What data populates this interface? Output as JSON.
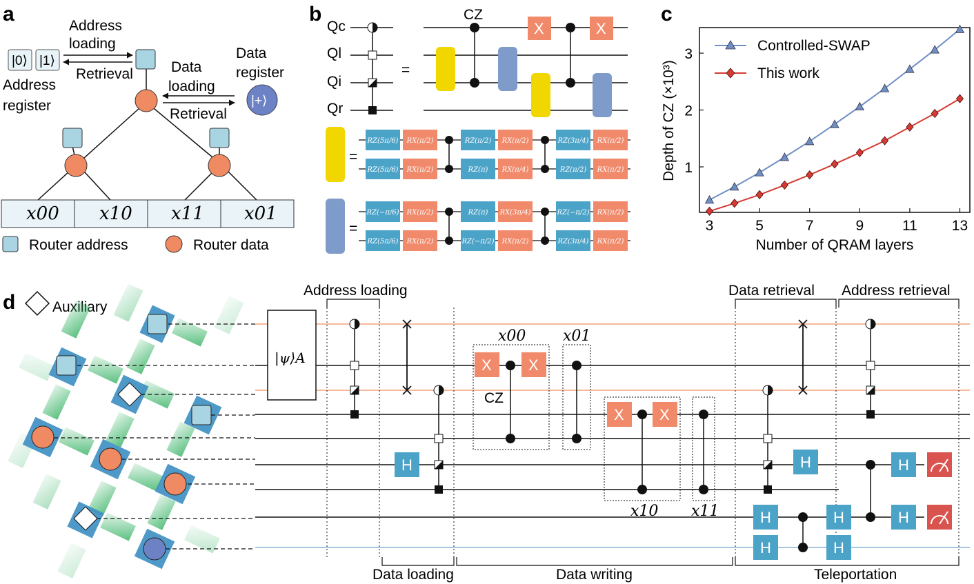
{
  "panel_a": {
    "letter": "a",
    "address_loading": [
      "Address",
      "loading"
    ],
    "retrieval_left": "Retrieval",
    "data_loading": [
      "Data",
      "loading"
    ],
    "retrieval_right": "Retrieval",
    "address_register": [
      "Address",
      "register"
    ],
    "data_register": [
      "Data",
      "register"
    ],
    "ket0": "|0⟩",
    "ket1": "|1⟩",
    "ketplus": "|+⟩",
    "cells": [
      "x00",
      "x10",
      "x11",
      "x01"
    ],
    "legend_address": "Router address",
    "legend_data": "Router data"
  },
  "panel_b": {
    "letter": "b",
    "qubits": [
      "Qc",
      "Ql",
      "Qi",
      "Qr"
    ],
    "equals": "=",
    "cz": "CZ",
    "x": "X",
    "yellow_rows": [
      [
        "RZ(5π/6)",
        "RX(π/2)",
        "RZ(π/2)",
        "RX(π/2)",
        "RZ(3π/4)",
        "RX(π/2)"
      ],
      [
        "RZ(5π/6)",
        "RX(π/2)",
        "RZ(π)",
        "RX(π/4)",
        "RZ(π/2)",
        "RX(π/2)"
      ]
    ],
    "blue_rows": [
      [
        "RZ(−π/6)",
        "RX(π/2)",
        "RZ(π)",
        "RX(3π/4)",
        "RZ(−π/2)",
        "RX(π/2)"
      ],
      [
        "RZ(5π/6)",
        "RX(π/2)",
        "RZ(−π/2)",
        "RX(π/2)",
        "RZ(3π/4)",
        "RX(π/2)"
      ]
    ]
  },
  "panel_c": {
    "letter": "c",
    "chart_data": {
      "type": "line",
      "xlabel": "Number of QRAM layers",
      "ylabel": "Depth of CZ (×10³)",
      "x": [
        3,
        4,
        5,
        6,
        7,
        8,
        9,
        10,
        11,
        12,
        13
      ],
      "xticks": [
        "3",
        "5",
        "7",
        "9",
        "11",
        "13"
      ],
      "yticks": [
        "1",
        "2",
        "3"
      ],
      "xlim": [
        2.6,
        13.4
      ],
      "ylim": [
        0.2,
        3.45
      ],
      "legend_position": "top-left",
      "series": [
        {
          "name": "Controlled-SWAP",
          "color": "#6f8fc4",
          "marker": "triangle",
          "values": [
            0.42,
            0.65,
            0.9,
            1.17,
            1.45,
            1.75,
            2.06,
            2.38,
            2.72,
            3.06,
            3.42
          ]
        },
        {
          "name": "This work",
          "color": "#d63a32",
          "marker": "diamond",
          "values": [
            0.22,
            0.36,
            0.51,
            0.68,
            0.86,
            1.05,
            1.25,
            1.46,
            1.7,
            1.94,
            2.2
          ]
        }
      ]
    }
  },
  "panel_d": {
    "letter": "d",
    "auxiliary": "Auxiliary",
    "psi": "|ψ⟩A",
    "sections_top": [
      "Address loading",
      "Data retrieval",
      "Address retrieval"
    ],
    "sections_bottom": [
      "Data loading",
      "Data writing",
      "Teleportation"
    ],
    "gate_labels": [
      "x00",
      "x01",
      "x10",
      "x11"
    ],
    "cz": "CZ",
    "h": "H",
    "x": "X"
  },
  "colors": {
    "router_address": "#a9d5e3",
    "router_data": "#ef8a62",
    "gate_x": "#f08a6b",
    "gate_h": "#4ca3c8",
    "yellow": "#f2d600",
    "blue_gate": "#7e9bc9",
    "measure": "#d9534f",
    "orange_line": "#f4a27a",
    "blue_line": "#89b3d9"
  }
}
